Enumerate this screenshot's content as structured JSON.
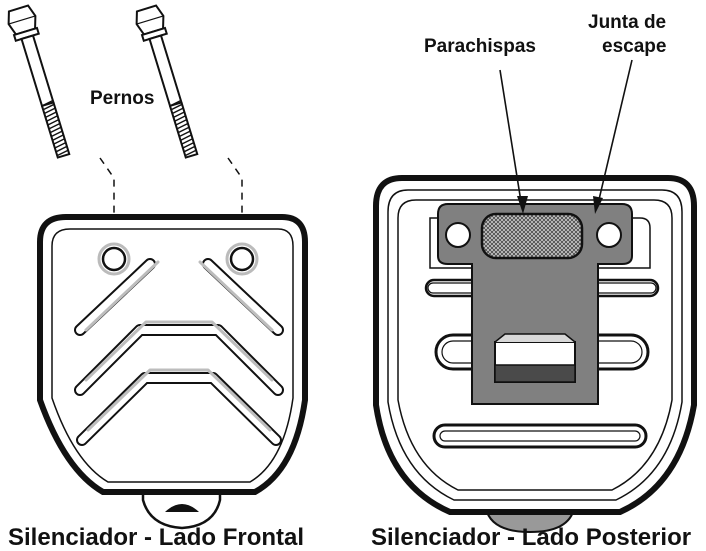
{
  "labels": {
    "bolts": "Pernos",
    "spark_arrester": "Parachispas",
    "gasket_line1": "Junta de",
    "gasket_line2": "escape",
    "caption_front": "Silenciador - Lado Frontal",
    "caption_rear": "Silenciador - Lado Posterior"
  },
  "colors": {
    "ink": "#111111",
    "shield_gray": "#808080",
    "rib_gray": "#b5b5b5",
    "mesh_gray": "#5a5a5a"
  }
}
